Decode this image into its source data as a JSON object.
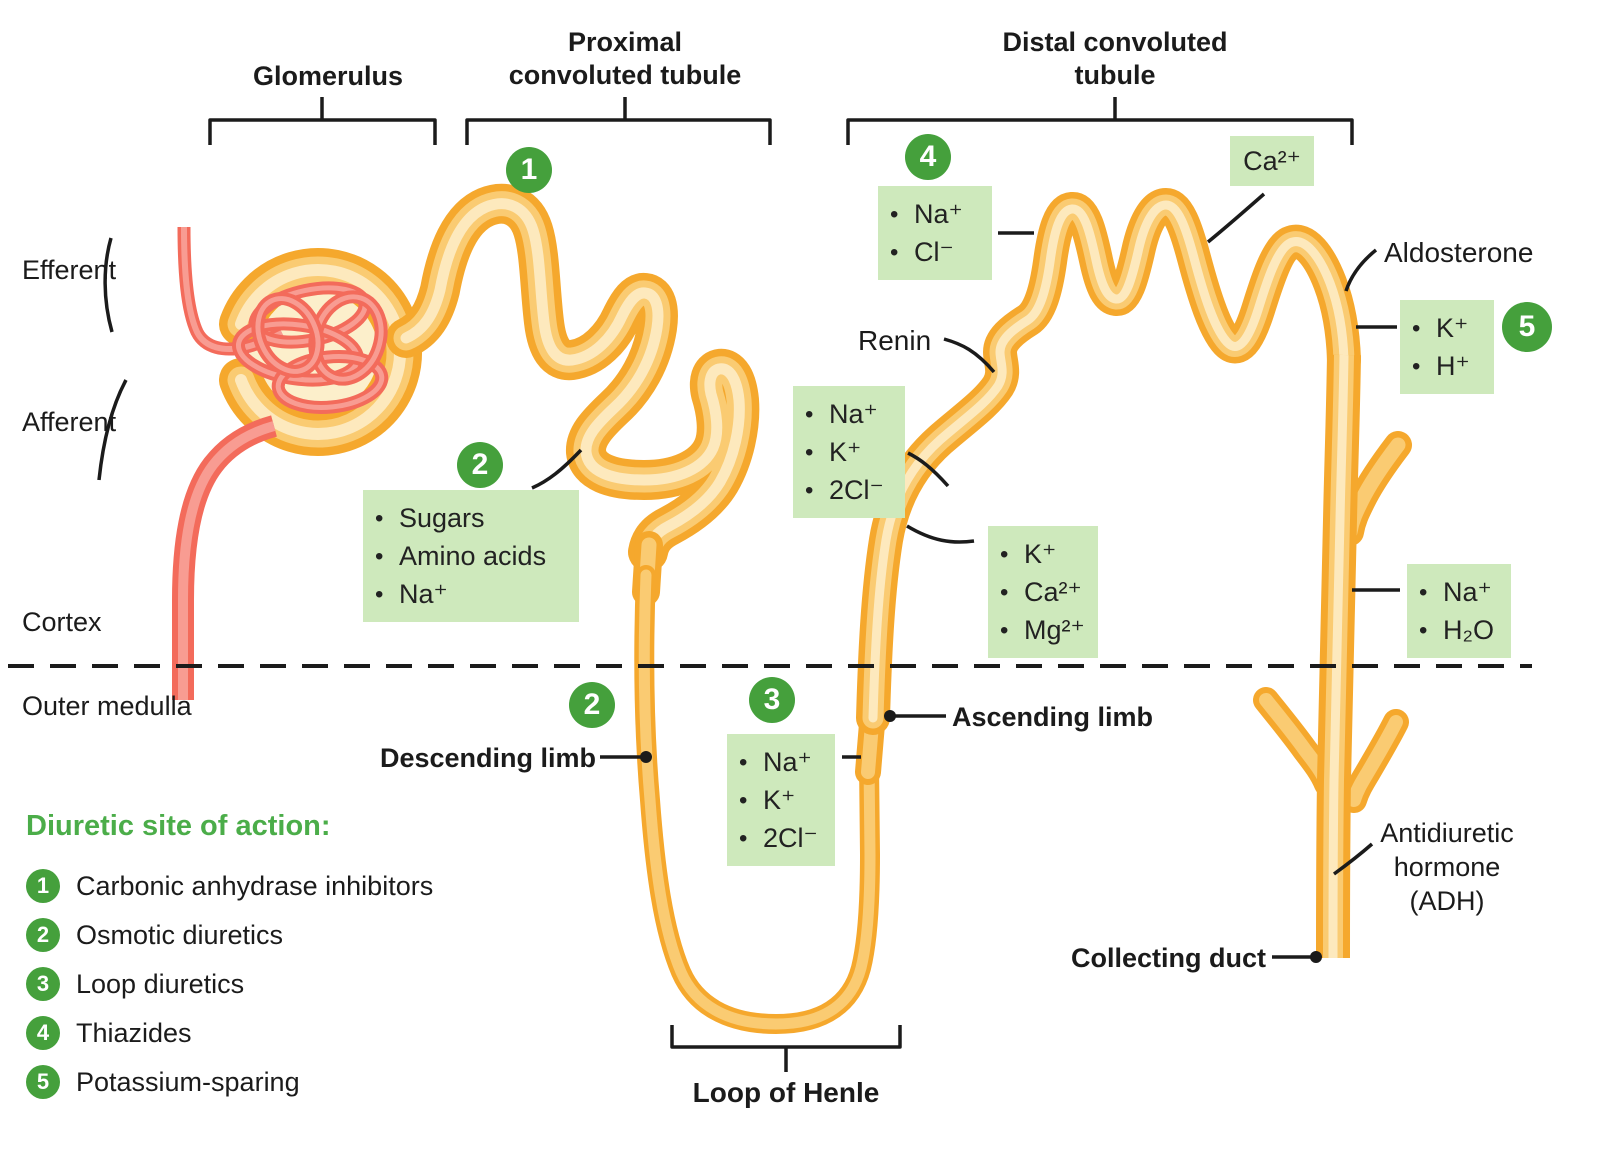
{
  "colors": {
    "tube_outer": "#F5A82D",
    "tube_mid": "#FACB72",
    "tube_core": "#FDE9BD",
    "capsule_fill": "#FCEFCB",
    "vessel_outer": "#F36B5B",
    "vessel_mid": "#F89C92",
    "box_bg": "#CEE9BC",
    "marker_green": "#45A03C",
    "heading_green": "#4BAD49",
    "ink": "#1B1B1B"
  },
  "header": {
    "glomerulus": "Glomerulus",
    "proximal": "Proximal convoluted tubule",
    "distal": "Distal convoluted tubule"
  },
  "vessels": {
    "efferent": "Efferent",
    "afferent": "Afferent"
  },
  "regions": {
    "cortex": "Cortex",
    "outer_medulla": "Outer medulla"
  },
  "labels": {
    "renin": "Renin",
    "aldosterone": "Aldosterone",
    "descending_limb": "Descending limb",
    "ascending_limb": "Ascending limb",
    "collecting_duct": "Collecting duct",
    "loop_of_henle": "Loop of Henle",
    "adh": "Antidiuretic hormone (ADH)"
  },
  "markers": {
    "site1": "1",
    "site2_pct": "2",
    "site2_loop": "2",
    "site3": "3",
    "site4": "4",
    "site5": "5"
  },
  "boxes": {
    "pct_reabsorbed": {
      "items": [
        "Sugars",
        "Amino acids",
        "Na⁺"
      ]
    },
    "dct_na_cl": {
      "items": [
        "Na⁺",
        "Cl⁻"
      ]
    },
    "dct_ca": {
      "label": "Ca²⁺"
    },
    "macula_na_k_2cl": {
      "items": [
        "Na⁺",
        "K⁺",
        "2Cl⁻"
      ]
    },
    "dct_k_ca_mg": {
      "items": [
        "K⁺",
        "Ca²⁺",
        "Mg²⁺"
      ]
    },
    "cd_k_h": {
      "items": [
        "K⁺",
        "H⁺"
      ]
    },
    "cd_na_h2o": {
      "items": [
        "Na⁺",
        "H₂O"
      ]
    },
    "loop_na_k_2cl": {
      "items": [
        "Na⁺",
        "K⁺",
        "2Cl⁻"
      ]
    }
  },
  "legend": {
    "heading": "Diuretic site of action:",
    "items": [
      {
        "num": "1",
        "label": "Carbonic anhydrase inhibitors"
      },
      {
        "num": "2",
        "label": "Osmotic diuretics"
      },
      {
        "num": "3",
        "label": "Loop diuretics"
      },
      {
        "num": "4",
        "label": "Thiazides"
      },
      {
        "num": "5",
        "label": "Potassium-sparing"
      }
    ]
  }
}
